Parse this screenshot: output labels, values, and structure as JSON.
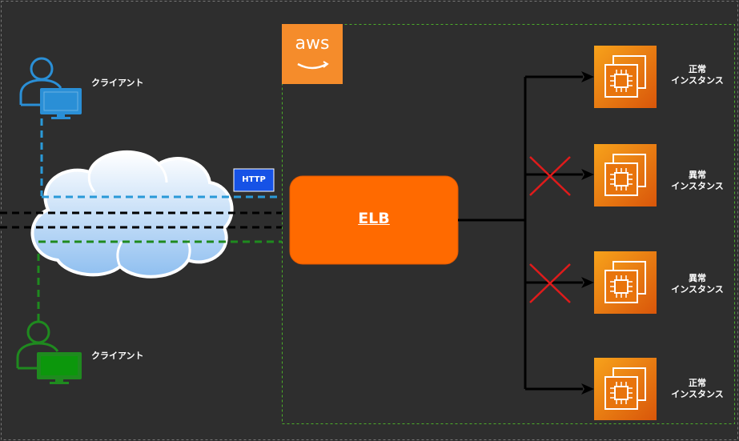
{
  "aws_logo_text": "aws",
  "elb_label": "ELB",
  "protocol_label": "HTTP",
  "clients": [
    {
      "label": "クライアント",
      "color": "#2a8fd6"
    },
    {
      "label": "クライアント",
      "color": "#1f8a1f"
    }
  ],
  "instances": [
    {
      "line1": "正常",
      "line2": "インスタンス",
      "healthy": true
    },
    {
      "line1": "異常",
      "line2": "インスタンス",
      "healthy": false
    },
    {
      "line1": "異常",
      "line2": "インスタンス",
      "healthy": false
    },
    {
      "line1": "正常",
      "line2": "インスタンス",
      "healthy": true
    }
  ],
  "colors": {
    "background": "#2e2e2e",
    "elb": "#ff6a00",
    "ec2": "#e8740c",
    "aws_badge": "#f58c2b",
    "vpc_border": "#4caf2a",
    "http_badge": "#1652e6",
    "blocked": "#e01b1b"
  }
}
